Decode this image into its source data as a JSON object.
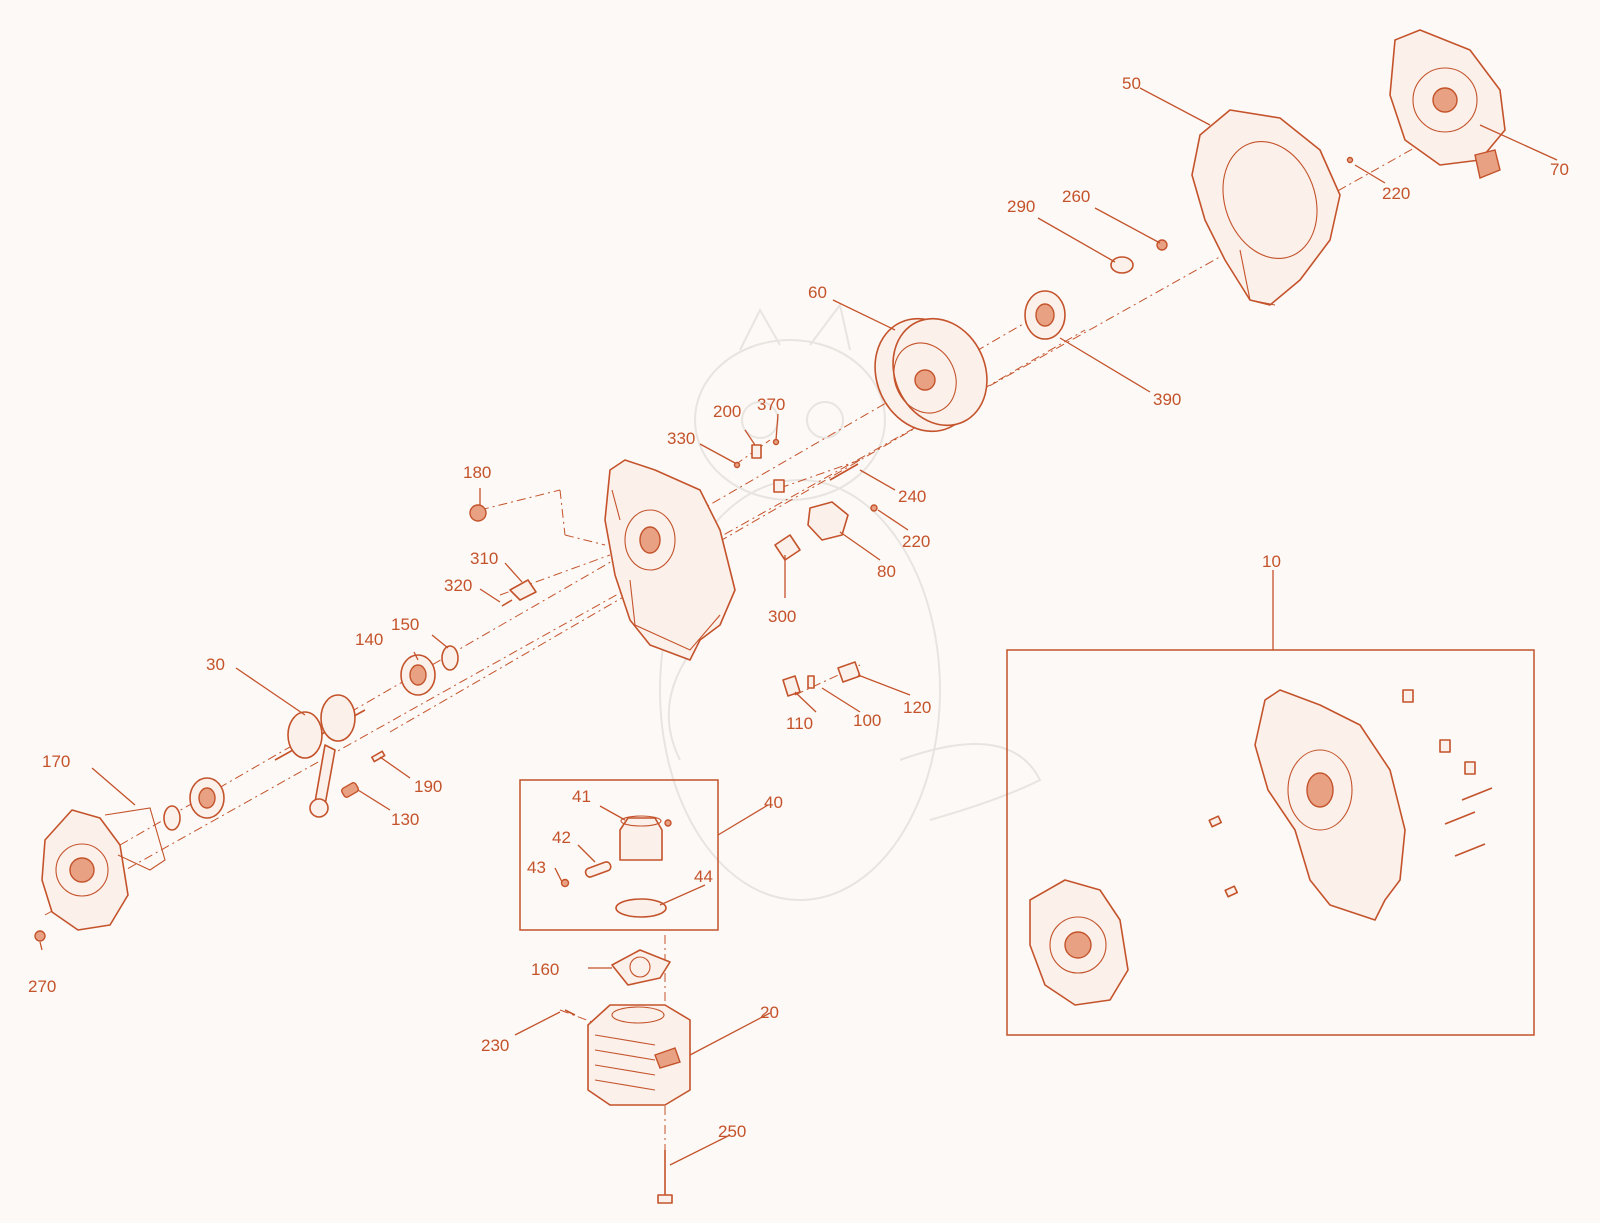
{
  "accent_color": "#c4532b",
  "background_color": "#fdf9f6",
  "parts": [
    {
      "id": "p10",
      "label": "10"
    },
    {
      "id": "p20",
      "label": "20"
    },
    {
      "id": "p30",
      "label": "30"
    },
    {
      "id": "p40",
      "label": "40"
    },
    {
      "id": "p41",
      "label": "41"
    },
    {
      "id": "p42",
      "label": "42"
    },
    {
      "id": "p43",
      "label": "43"
    },
    {
      "id": "p44",
      "label": "44"
    },
    {
      "id": "p50",
      "label": "50"
    },
    {
      "id": "p60",
      "label": "60"
    },
    {
      "id": "p70",
      "label": "70"
    },
    {
      "id": "p80",
      "label": "80"
    },
    {
      "id": "p100",
      "label": "100"
    },
    {
      "id": "p110",
      "label": "110"
    },
    {
      "id": "p120",
      "label": "120"
    },
    {
      "id": "p130",
      "label": "130"
    },
    {
      "id": "p140",
      "label": "140"
    },
    {
      "id": "p150",
      "label": "150"
    },
    {
      "id": "p160",
      "label": "160"
    },
    {
      "id": "p170",
      "label": "170"
    },
    {
      "id": "p180",
      "label": "180"
    },
    {
      "id": "p190",
      "label": "190"
    },
    {
      "id": "p200",
      "label": "200"
    },
    {
      "id": "p220a",
      "label": "220"
    },
    {
      "id": "p220b",
      "label": "220"
    },
    {
      "id": "p230",
      "label": "230"
    },
    {
      "id": "p240",
      "label": "240"
    },
    {
      "id": "p250",
      "label": "250"
    },
    {
      "id": "p260",
      "label": "260"
    },
    {
      "id": "p270",
      "label": "270"
    },
    {
      "id": "p290",
      "label": "290"
    },
    {
      "id": "p300",
      "label": "300"
    },
    {
      "id": "p310",
      "label": "310"
    },
    {
      "id": "p320",
      "label": "320"
    },
    {
      "id": "p330",
      "label": "330"
    },
    {
      "id": "p370",
      "label": "370"
    },
    {
      "id": "p390",
      "label": "390"
    }
  ]
}
